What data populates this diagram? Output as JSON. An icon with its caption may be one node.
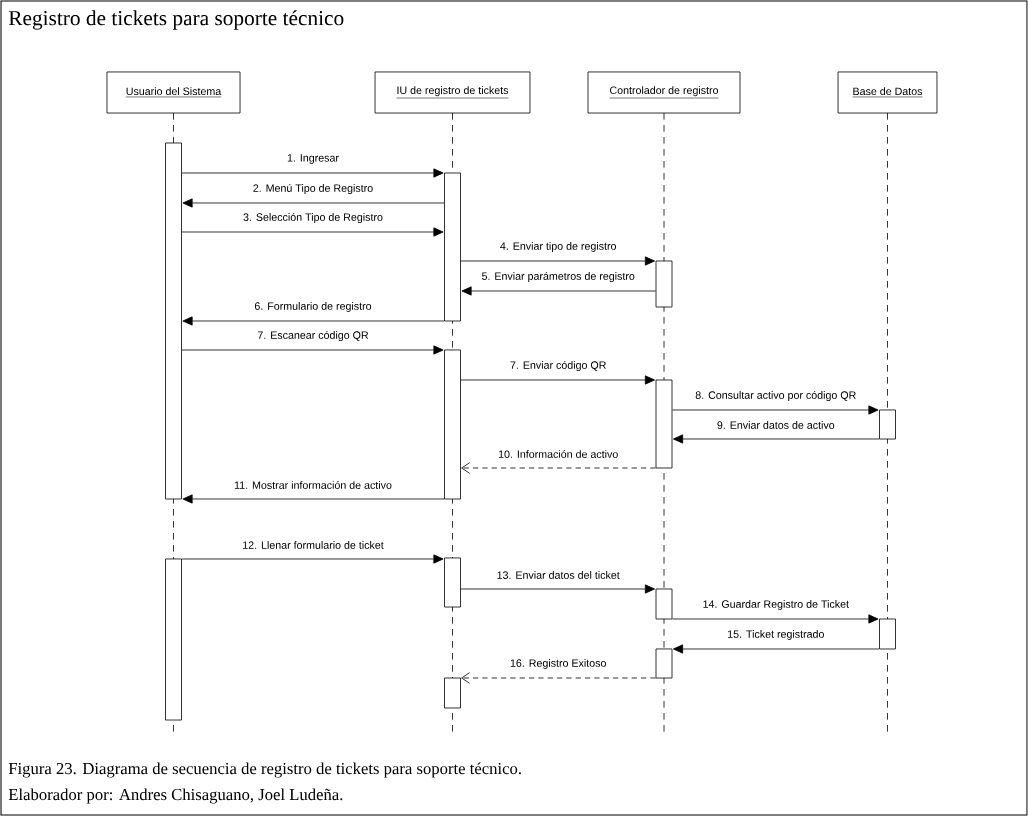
{
  "diagram": {
    "title": "Registro de tickets para soporte técnico",
    "caption": "Figura 23. Diagrama de secuencia de registro de tickets para soporte técnico.",
    "nodes": [
      {
        "text": [
          "Usuario del Sistema"
        ]
      },
      {
        "text": [
          "IU de registro de tickets"
        ]
      },
      {
        "text": [
          "Controlador de registro"
        ]
      },
      {
        "text": [
          "Base de Datos"
        ]
      },
      {
        "text": [],
        "shape": "bar"
      },
      {
        "text": [],
        "shape": "bar"
      },
      {
        "text": [],
        "shape": "bar"
      },
      {
        "text": [],
        "shape": "bar"
      },
      {
        "text": [],
        "shape": "bar"
      },
      {
        "text": [],
        "shape": "bar"
      },
      {
        "text": [],
        "shape": "bar"
      },
      {
        "text": [],
        "shape": "bar"
      },
      {
        "text": [],
        "shape": "bar"
      },
      {
        "text": [],
        "shape": "bar"
      },
      {
        "text": [],
        "shape": "bar"
      },
      {
        "text": [],
        "shape": "bar"
      }
    ],
    "edges": [
      {
        "from": 4,
        "to": 6,
        "arrow": "to",
        "label": "1. Ingresar"
      },
      {
        "from": 6,
        "to": 4,
        "arrow": "to",
        "label": "2. Menú Tipo de Registro"
      },
      {
        "from": 4,
        "to": 6,
        "arrow": "to",
        "label": "3. Selección Tipo de Registro"
      },
      {
        "from": 6,
        "to": 10,
        "arrow": "to",
        "label": "4. Enviar tipo de registro"
      },
      {
        "from": 10,
        "to": 6,
        "arrow": "to",
        "label": "5. Enviar parámetros de registro"
      },
      {
        "from": 6,
        "to": 4,
        "arrow": "to",
        "label": "6. Formulario de registro"
      },
      {
        "from": 4,
        "to": 7,
        "arrow": "to",
        "label": "7. Escanear código QR"
      },
      {
        "from": 7,
        "to": 11,
        "arrow": "to",
        "label": "7. Enviar código QR"
      },
      {
        "from": 11,
        "to": 14,
        "arrow": "to",
        "label": "8. Consultar activo por código QR"
      },
      {
        "from": 14,
        "to": 11,
        "arrow": "to",
        "label": "9. Enviar datos de activo"
      },
      {
        "from": 11,
        "to": 7,
        "arrow": "to",
        "label": "10. Información de activo",
        "style": "dashed"
      },
      {
        "from": 7,
        "to": 4,
        "arrow": "to",
        "label": "11. Mostrar información de activo"
      },
      {
        "from": 5,
        "to": 8,
        "arrow": "to",
        "label": "12. Llenar formulario de ticket"
      },
      {
        "from": 8,
        "to": 12,
        "arrow": "to",
        "label": "13. Enviar datos del ticket"
      },
      {
        "from": 12,
        "to": 15,
        "arrow": "to",
        "label": "14. Guardar Registro de Ticket"
      },
      {
        "from": 15,
        "to": 13,
        "arrow": "to",
        "label": "15. Ticket registrado"
      },
      {
        "from": 13,
        "to": 9,
        "arrow": "to",
        "label": "16. Registro Exitoso",
        "style": "dashed"
      }
    ],
    "labels": [
      "Elaborador por: Andres Chisaguano, Joel Ludeña."
    ]
  }
}
